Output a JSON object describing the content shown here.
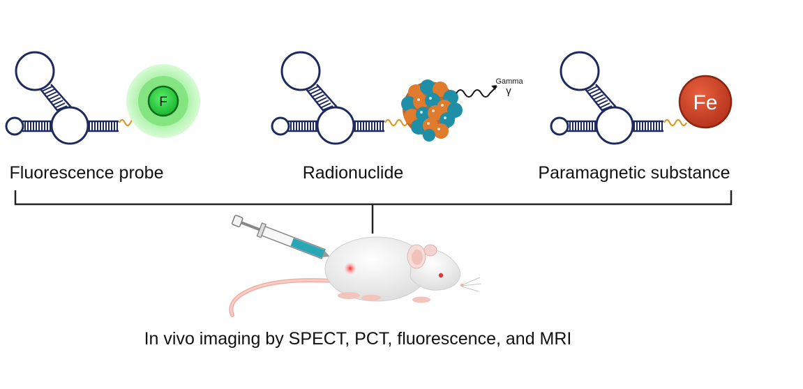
{
  "panels": [
    {
      "label": "Fluorescence probe",
      "tag_text": "F",
      "tag_type": "fluorophore"
    },
    {
      "label": "Radionuclide",
      "emission_word": "Gamma",
      "emission_symbol": "γ",
      "tag_type": "radionuclide"
    },
    {
      "label": "Paramagnetic substance",
      "tag_text": "Fe",
      "tag_type": "iron"
    }
  ],
  "caption": "In vivo imaging by SPECT, PCT, fluorescence, and MRI",
  "colors": {
    "aptamer_outline": "#1e2a5e",
    "linker": "#d99a2b",
    "fluoro_core": "#2fd14a",
    "fluoro_glow": "#b9f5b8",
    "iron": "#d2472a",
    "nucleus_orange": "#e07b2e",
    "nucleus_teal": "#1f8fa8",
    "bracket": "#222222",
    "mouse_body": "#efefef",
    "mouse_tail": "#f2b9ae",
    "syringe_fluid": "#2aa7b5"
  }
}
